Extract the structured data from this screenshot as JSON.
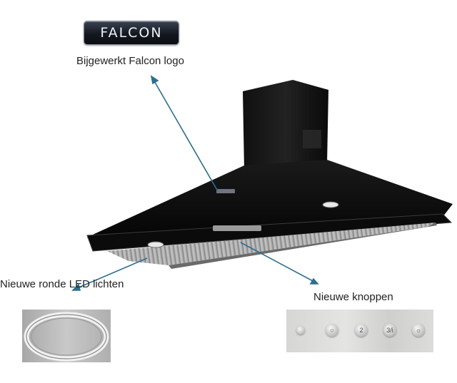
{
  "logo": {
    "text": "FALCON"
  },
  "callouts": {
    "logo": "Bijgewerkt Falcon logo",
    "leds": "Nieuwe ronde LED lichten",
    "buttons": "Nieuwe knoppen"
  },
  "panel": {
    "buttons": [
      {
        "glyph": "",
        "icon": "indicator-light-icon"
      },
      {
        "glyph": "○",
        "icon": "power-icon"
      },
      {
        "glyph": "2",
        "icon": "speed-2-icon"
      },
      {
        "glyph": "3/i",
        "icon": "speed-3-icon"
      },
      {
        "glyph": "☼",
        "icon": "light-icon"
      }
    ]
  },
  "colors": {
    "arrow": "#2e6e8e",
    "hood": "#0d0d0d",
    "steel": "#c9c9c9"
  }
}
